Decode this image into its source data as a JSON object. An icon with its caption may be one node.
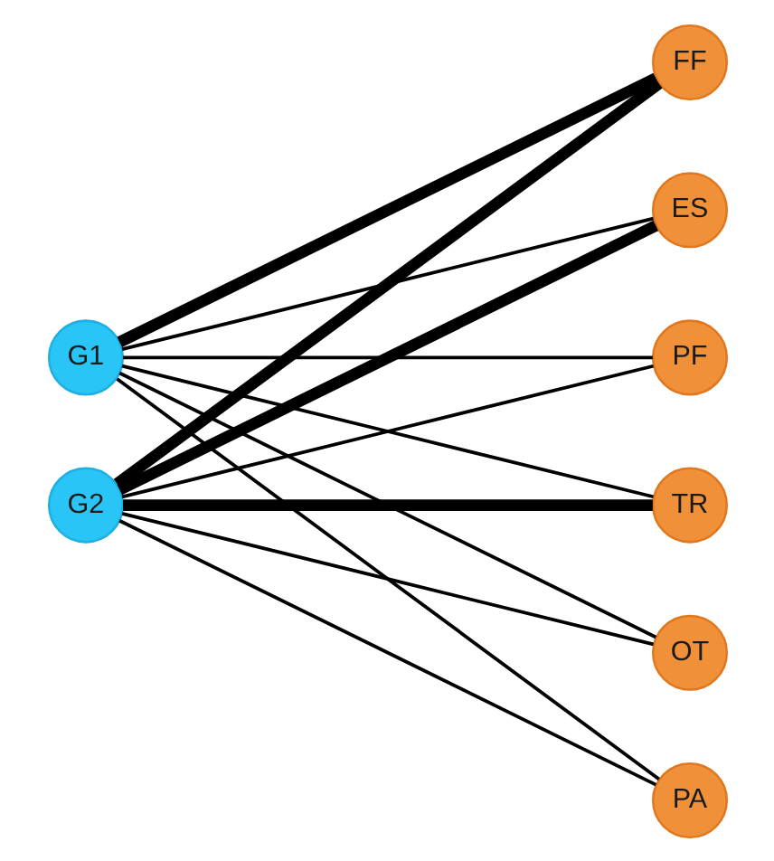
{
  "diagram": {
    "nodes": [
      {
        "text": [
          "G1"
        ]
      },
      {
        "text": [
          "G2"
        ]
      },
      {
        "text": [
          "FF"
        ]
      },
      {
        "text": [
          "ES"
        ]
      },
      {
        "text": [
          "PF"
        ]
      },
      {
        "text": [
          "TR"
        ]
      },
      {
        "text": [
          "OT"
        ]
      },
      {
        "text": [
          "PA"
        ]
      }
    ],
    "edges": [
      {
        "from": 0,
        "to": 2,
        "arrow": "none",
        "style": "thick"
      },
      {
        "from": 0,
        "to": 3,
        "arrow": "none"
      },
      {
        "from": 0,
        "to": 4,
        "arrow": "none"
      },
      {
        "from": 0,
        "to": 5,
        "arrow": "none"
      },
      {
        "from": 0,
        "to": 6,
        "arrow": "none"
      },
      {
        "from": 0,
        "to": 7,
        "arrow": "none"
      },
      {
        "from": 1,
        "to": 2,
        "arrow": "none",
        "style": "thick"
      },
      {
        "from": 1,
        "to": 3,
        "arrow": "none",
        "style": "thick"
      },
      {
        "from": 1,
        "to": 4,
        "arrow": "none"
      },
      {
        "from": 1,
        "to": 5,
        "arrow": "none",
        "style": "thick"
      },
      {
        "from": 1,
        "to": 6,
        "arrow": "none"
      },
      {
        "from": 1,
        "to": 7,
        "arrow": "none"
      }
    ]
  }
}
